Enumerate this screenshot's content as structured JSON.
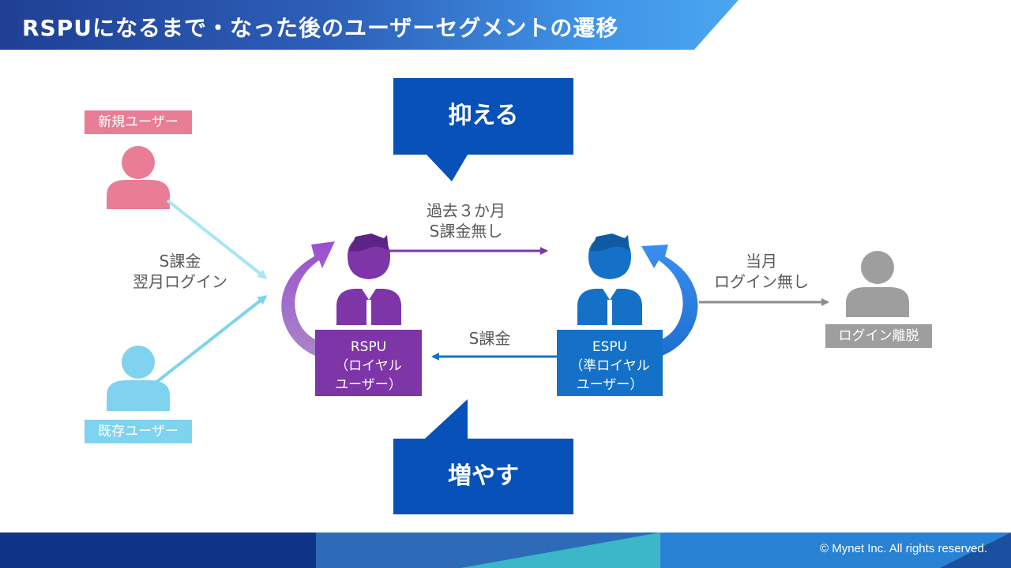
{
  "title": "RSPUになるまで・なった後のユーザーセグメントの遷移",
  "tags": {
    "new_user": "新規ユーザー",
    "existing_user": "既存ユーザー",
    "login_churn": "ログイン離脱"
  },
  "labels": {
    "s_charge_next_month_line1": "S課金",
    "s_charge_next_month_line2": "翌月ログイン",
    "past3_line1": "過去３か月",
    "past3_line2": "S課金無し",
    "s_charge": "S課金",
    "this_month_line1": "当月",
    "this_month_line2": "ログイン無し"
  },
  "boxes": {
    "rspu_line1": "RSPU",
    "rspu_line2": "（ロイヤル",
    "rspu_line3": "ユーザー）",
    "espu_line1": "ESPU",
    "espu_line2": "（準ロイヤル",
    "espu_line3": "ユーザー）"
  },
  "callouts": {
    "suppress": "抑える",
    "increase": "増やす"
  },
  "footer": {
    "copyright": "© Mynet Inc. All rights reserved."
  },
  "colors": {
    "new_user": "#e87d95",
    "existing_user": "#7fd3ee",
    "rspu": "#7d35a8",
    "espu": "#1571c7",
    "churn": "#9e9e9e",
    "callout": "#0751b8"
  },
  "icons": [
    "person-icon-pink",
    "person-icon-lightblue",
    "rspu-person-icon",
    "espu-person-icon",
    "person-icon-gray"
  ]
}
